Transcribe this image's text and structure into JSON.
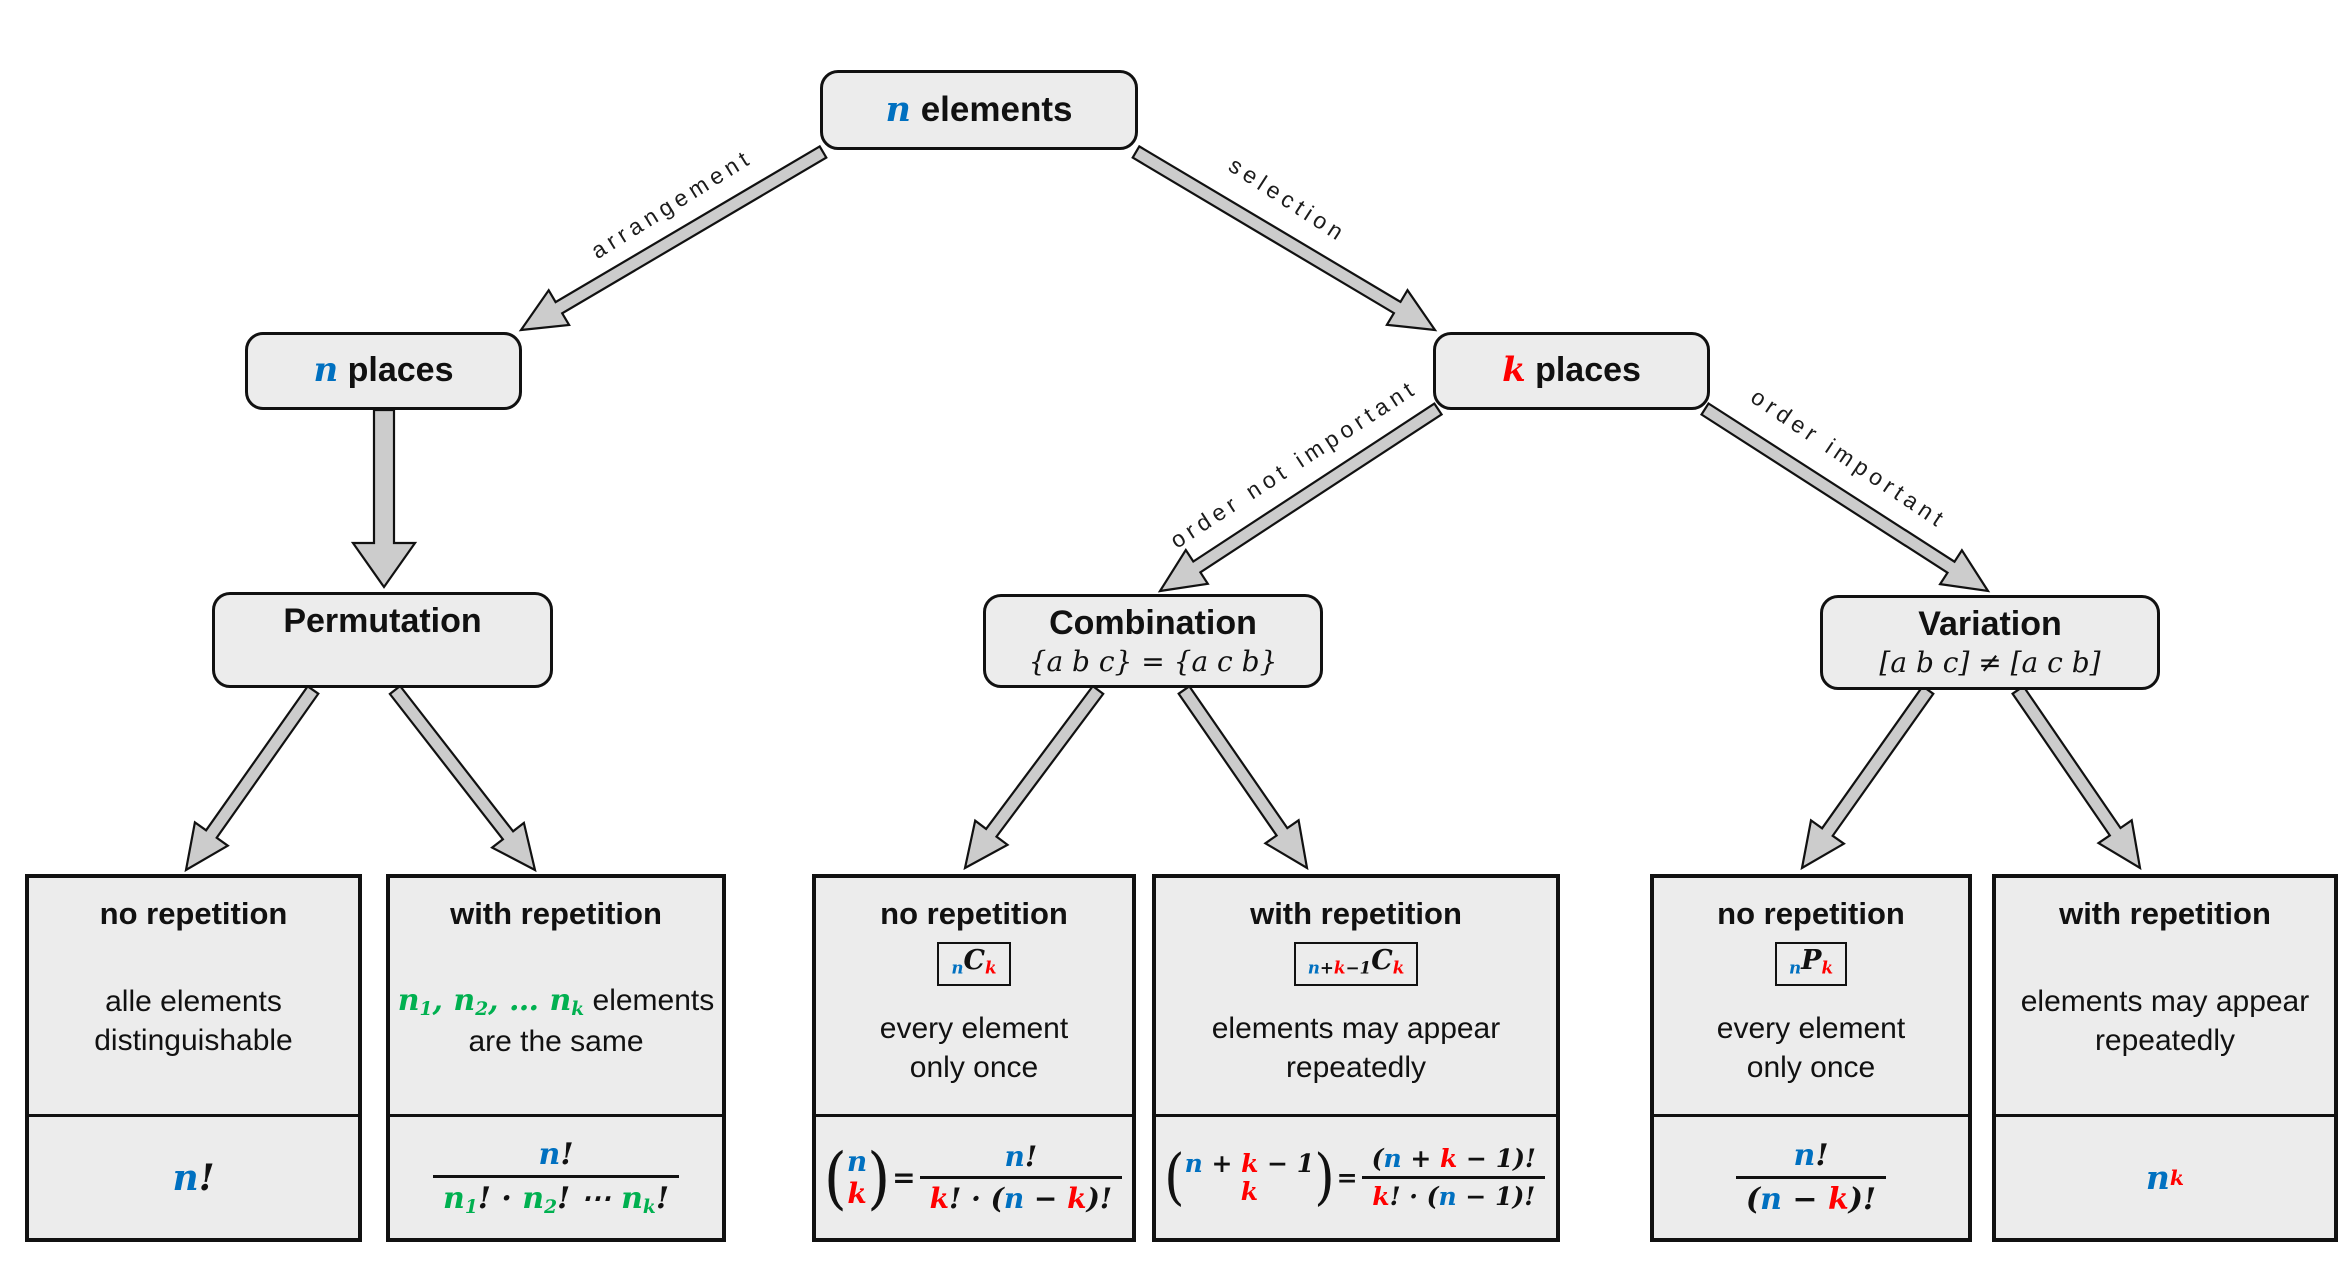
{
  "palette": {
    "blue": "#0070C0",
    "red": "#FF0000",
    "green": "#00B050",
    "box_fill": "#ececec",
    "arrow_fill": "#cccccc",
    "line": "#111111"
  },
  "nodes": {
    "root": {
      "title_tokens": [
        {
          "t": "n",
          "c": "blue"
        },
        {
          "t": " elements",
          "plain": true,
          "bold": true
        }
      ]
    },
    "n_places": {
      "title_tokens": [
        {
          "t": "n",
          "c": "blue"
        },
        {
          "t": " places",
          "plain": true,
          "bold": true
        }
      ]
    },
    "k_places": {
      "title_tokens": [
        {
          "t": "k",
          "c": "red"
        },
        {
          "t": " places",
          "plain": true,
          "bold": true
        }
      ]
    },
    "permutation": {
      "title": "Permutation",
      "subtitle": ""
    },
    "combination": {
      "title": "Combination",
      "subtitle": "{a b c} = {a c b}"
    },
    "variation": {
      "title": "Variation",
      "subtitle": "[a b c] ≠ [a c b]"
    }
  },
  "edge_labels": {
    "arrangement": "arrangement",
    "selection": "selection",
    "order_not": "order not important",
    "order_imp": "order important"
  },
  "leaves": [
    {
      "title": "no repetition",
      "desc": [
        "alle elements",
        "distinguishable"
      ]
    },
    {
      "title": "with repetition",
      "desc": [
        "",
        "are the same"
      ]
    },
    {
      "title": "no repetition",
      "desc": [
        "every element",
        "only once"
      ]
    },
    {
      "title": "with repetition",
      "desc": [
        "elements may appear",
        "repeatedly"
      ]
    },
    {
      "title": "no repetition",
      "desc": [
        "every element",
        "only once"
      ]
    },
    {
      "title": "with repetition",
      "desc": [
        "elements may appear",
        "repeatedly"
      ]
    }
  ],
  "math": {
    "perm_with_rep_desc": [
      {
        "t": "n",
        "c": "green"
      },
      {
        "t": "1",
        "c": "green",
        "sub": true
      },
      {
        "t": ", ",
        "c": "green"
      },
      {
        "t": "n",
        "c": "green"
      },
      {
        "t": "2",
        "c": "green",
        "sub": true
      },
      {
        "t": ", … ",
        "c": "green"
      },
      {
        "t": "n",
        "c": "green"
      },
      {
        "t": "k",
        "c": "green",
        "sub": true
      },
      {
        "t": " elements",
        "plain": true
      }
    ],
    "badge_comb_no": [
      {
        "t": "n",
        "c": "blue",
        "sub": true
      },
      {
        "t": "C"
      },
      {
        "t": "k",
        "c": "red",
        "sub": true
      }
    ],
    "badge_comb_with": [
      {
        "t": "n",
        "c": "blue",
        "sub": true
      },
      {
        "t": "+",
        "sub": true
      },
      {
        "t": "k",
        "c": "red",
        "sub": true
      },
      {
        "t": "−1",
        "sub": true
      },
      {
        "t": "C"
      },
      {
        "t": "k",
        "c": "red",
        "sub": true
      }
    ],
    "badge_var_no": [
      {
        "t": "n",
        "c": "blue",
        "sub": true
      },
      {
        "t": "P"
      },
      {
        "t": "k",
        "c": "red",
        "sub": true
      }
    ],
    "f_perm_no": [
      {
        "t": "n",
        "c": "blue"
      },
      {
        "t": "!"
      }
    ],
    "f_perm_with": [
      {
        "frac": {
          "num": [
            {
              "t": "n",
              "c": "blue"
            },
            {
              "t": "!"
            }
          ],
          "den": [
            {
              "t": "n",
              "c": "green"
            },
            {
              "t": "1",
              "c": "green",
              "sub": true
            },
            {
              "t": "! · "
            },
            {
              "t": "n",
              "c": "green"
            },
            {
              "t": "2",
              "c": "green",
              "sub": true
            },
            {
              "t": "! ⋯ "
            },
            {
              "t": "n",
              "c": "green"
            },
            {
              "t": "k",
              "c": "green",
              "sub": true
            },
            {
              "t": "!"
            }
          ]
        }
      }
    ],
    "f_comb_no": [
      {
        "binom": {
          "top": [
            {
              "t": "n",
              "c": "blue"
            }
          ],
          "bot": [
            {
              "t": "k",
              "c": "red"
            }
          ]
        }
      },
      {
        "t": " = "
      },
      {
        "frac": {
          "num": [
            {
              "t": "n",
              "c": "blue"
            },
            {
              "t": "!"
            }
          ],
          "den": [
            {
              "t": "k",
              "c": "red"
            },
            {
              "t": "! · ("
            },
            {
              "t": "n",
              "c": "blue"
            },
            {
              "t": " − "
            },
            {
              "t": "k",
              "c": "red"
            },
            {
              "t": ")!"
            }
          ]
        }
      }
    ],
    "f_comb_with": [
      {
        "binom": {
          "top": [
            {
              "t": "n",
              "c": "blue"
            },
            {
              "t": " + "
            },
            {
              "t": "k",
              "c": "red"
            },
            {
              "t": " − 1"
            }
          ],
          "bot": [
            {
              "t": "k",
              "c": "red"
            }
          ]
        }
      },
      {
        "t": " = "
      },
      {
        "frac": {
          "num": [
            {
              "t": "("
            },
            {
              "t": "n",
              "c": "blue"
            },
            {
              "t": " + "
            },
            {
              "t": "k",
              "c": "red"
            },
            {
              "t": " − 1)!"
            }
          ],
          "den": [
            {
              "t": "k",
              "c": "red"
            },
            {
              "t": "! · ("
            },
            {
              "t": "n",
              "c": "blue"
            },
            {
              "t": " − 1)!"
            }
          ]
        }
      }
    ],
    "f_var_no": [
      {
        "frac": {
          "num": [
            {
              "t": "n",
              "c": "blue"
            },
            {
              "t": "!"
            }
          ],
          "den": [
            {
              "t": "("
            },
            {
              "t": "n",
              "c": "blue"
            },
            {
              "t": " − "
            },
            {
              "t": "k",
              "c": "red"
            },
            {
              "t": ")!"
            }
          ]
        }
      }
    ],
    "f_var_with": [
      {
        "t": "n",
        "c": "blue"
      },
      {
        "t": "k",
        "c": "red",
        "sup": true
      }
    ]
  }
}
